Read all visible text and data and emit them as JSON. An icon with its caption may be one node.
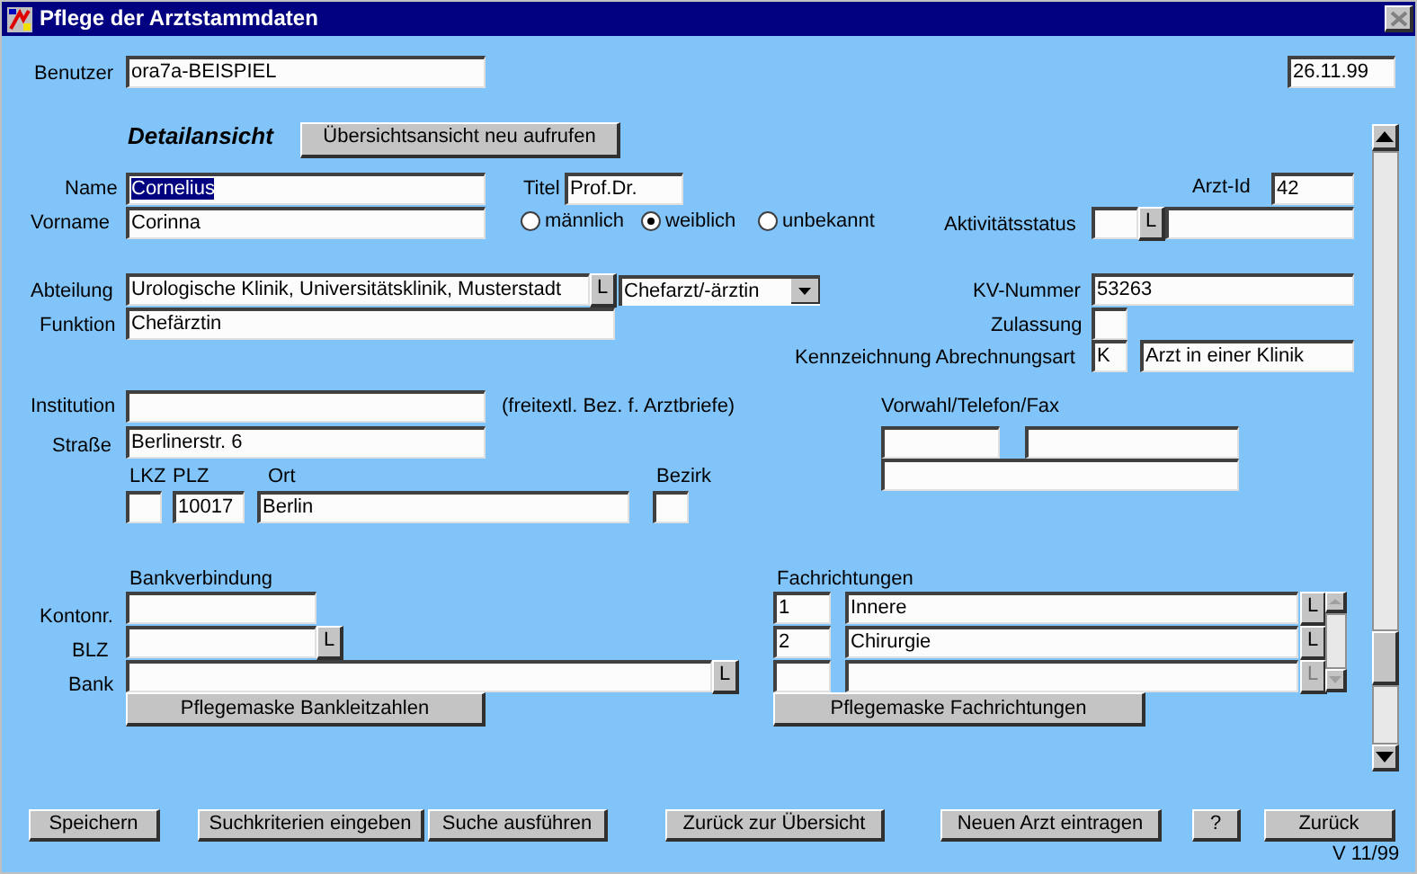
{
  "diagram": {
    "title": "Pflege der Arztstammdaten",
    "labels": [
      "Benutzer",
      "ora7a-BEISPIEL",
      "26.11.99",
      "Detailansicht",
      "Übersichtsansicht neu aufrufen",
      "Name",
      "Cornelius",
      "Titel",
      "Prof.Dr.",
      "Arzt-Id",
      "42",
      "Vorname",
      "Corinna",
      "männlich",
      "weiblich",
      "unbekannt",
      "Aktivitätsstatus",
      "L",
      "Abteilung",
      "Urologische Klinik, Universitätsklinik, Musterstadt",
      "L",
      "Chefarzt/-ärztin",
      "KV-Nummer",
      "53263",
      "Funktion",
      "Chefärztin",
      "Zulassung",
      "Kennzeichnung Abrechnungsart",
      "K",
      "Arzt in einer Klinik",
      "Institution",
      "(freitextl. Bez. f. Arztbriefe)",
      "Vorwahl/Telefon/Fax",
      "Straße",
      "Berlinerstr. 6",
      "LKZ",
      "PLZ",
      "Ort",
      "Bezirk",
      "10017",
      "Berlin",
      "Bankverbindung",
      "Fachrichtungen",
      "Kontonr.",
      "1",
      "Innere",
      "L",
      "BLZ",
      "L",
      "2",
      "Chirurgie",
      "L",
      "Bank",
      "L",
      "L",
      "Pflegemaske Bankleitzahlen",
      "Pflegemaske Fachrichtungen",
      "Speichern",
      "Suchkriterien eingeben",
      "Suche ausführen",
      "Zurück zur Übersicht",
      "Neuen Arzt eintragen",
      "?",
      "Zurück",
      "V 11/99"
    ]
  }
}
